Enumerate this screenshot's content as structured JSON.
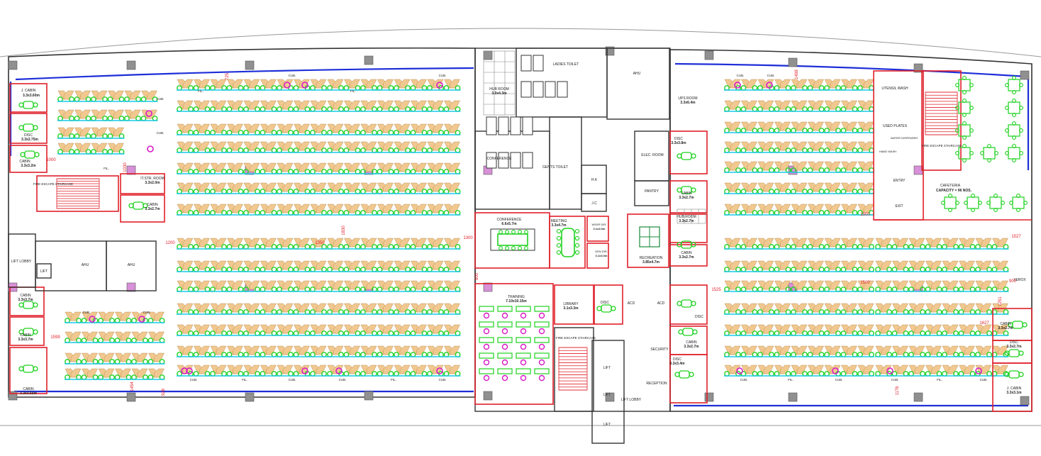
{
  "rooms": {
    "j_cabin_tl": "J. CABIN",
    "j_cabin_tl_size": "3.3x3.60m",
    "disc_tl": "DISC",
    "disc_tl_size": "3.3x2.75m",
    "cabin_tl": "CABIN",
    "cabin_tl_size": "3.3x3.2m",
    "fire_escape_l": "FIRE ESCAPE STAIRCASE",
    "it_str_room": "IT.STR. ROOM",
    "it_str_room_size": "3.3x2.0m",
    "cabin_l2": "CABIN",
    "cabin_l2_size": "3.3x2.7m",
    "lift_lobby_l": "LIFT LOBBY",
    "lift_l": "LIFT",
    "ahu_l1": "AHU",
    "ahu_l2": "AHU",
    "cabin_l3": "CABIN",
    "cabin_l3_size": "3.3x3.7m",
    "cabin_l4": "CABIN",
    "cabin_l4_size": "3.3x3.7m",
    "cabin_bl": "CABIN",
    "cabin_bl_size": "3.3x3.55m",
    "hub_room_c": "HUB ROOM",
    "hub_room_c_size": "3.0x4.3m",
    "ladies_toilet": "LADIES TOILET",
    "ahu_c": "AHU",
    "ups_room": "UPS ROOM",
    "ups_room_size": "3.3x6.4m",
    "conference": "CONFERENCE",
    "gents_toilet": "GENTS TOILET",
    "hk": "H.K",
    "jc": "J.C",
    "elec_room": "ELEC. ROOM",
    "pantry": "PANTRY",
    "disc_c1": "DISC",
    "disc_c1_size": "3.3x3.8m",
    "cabin_c1": "CABIN",
    "cabin_c1_size": "3.3x2.7m",
    "hub_room_c2": "HUB ROOM",
    "hub_room_c2_size": "3.3x2.7m",
    "cabin_c2": "CABIN",
    "cabin_c2_size": "3.3x2.7m",
    "conference_main": "CONFERENCE",
    "conference_main_size": "6.6x5.7m",
    "meeting": "MEETING",
    "meeting_size": "3.3x4.7m",
    "wo_dir_1": "W/DIR DIR.",
    "wo_dir_1_size": "3.1x3.0m",
    "wo_dir_2": "GEN DIR.",
    "wo_dir_2_size": "3.1x3.0m",
    "recreation": "RECREATION",
    "recreation_size": "3.85x4.7m",
    "training": "TRAINING",
    "training_size": "7.10x10.15m",
    "library": "LIBRARY",
    "library_size": "3.1x3.3m",
    "disc_lib": "DISC",
    "acd_1": "ACD",
    "acd_2": "ACD",
    "disc_r1": "DISC",
    "security": "SECURITY",
    "cabin_sec": "CABIN",
    "cabin_sec_size": "3.3x2.7m",
    "disc_sec": "DISC",
    "disc_sec_size": "3.3x3.4m",
    "fire_escape_c": "FIRE ESCAPE STAIRCASE",
    "reception": "RECEPTION",
    "lift_1": "LIFT",
    "lift_2": "LIFT",
    "lift_3": "LIFT",
    "lift_lobby_c": "LIFT LOBBY",
    "utensil_wash": "UTENSIL WASH",
    "used_plates": "USED PLATES",
    "water_dispenser": "WATER DISPENSER",
    "hand_wash": "HAND WASH",
    "fire_escape_r": "FIRE ESCAPE STAIRCASE",
    "cafeteria": "CAFETERIA",
    "cafeteria_capacity": "CAPACITY = 96 NOS.",
    "entry": "ENTRY",
    "exit": "EXIT",
    "xerox": "XEROX",
    "cabin_r1": "CABIN",
    "cabin_r1_size": "3.3x2.7m",
    "disc_r2": "DISC",
    "disc_r2_size": "3.3x2.7m",
    "j_cabin_br": "J. CABIN",
    "j_cabin_br_size": "3.3x3.1m"
  },
  "labels": {
    "cub": "CUB.",
    "fil": "FIL."
  },
  "dims": {
    "d1000": "1000",
    "d1200": "1200",
    "d1350": "1350",
    "d1300": "1300",
    "d1599": "1599",
    "d1525": "1525",
    "d1500a": "1500",
    "d1500b": "1500",
    "d1527": "1527",
    "d1627": "1627",
    "d900": "900",
    "d725": "725",
    "d1030": "1030",
    "d1830": "1830",
    "d1498": "1498",
    "d1454": "1454",
    "d928": "928",
    "d1176": "1176",
    "d800": "800",
    "d1251": "1251"
  },
  "colors": {
    "wall": "#e0202a",
    "wall_dark": "#333333",
    "window": "#1e2fd8",
    "chair": "#1fd21f",
    "desk": "#f0c890",
    "cyan": "#18c8e8",
    "magenta": "#d818c8",
    "pillar": "#909090",
    "column_pink": "#d890d8"
  }
}
